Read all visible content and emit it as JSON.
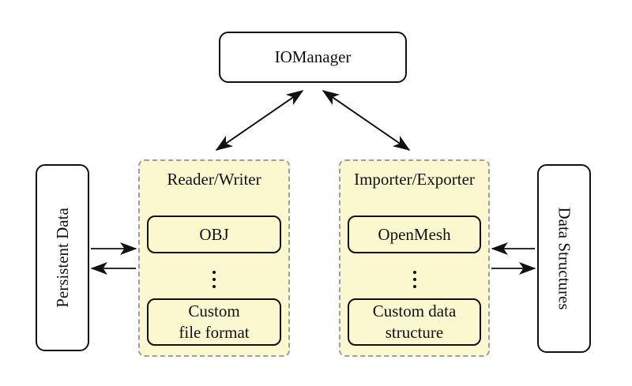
{
  "nodes": {
    "iomanager": {
      "label": "IOManager"
    },
    "persistent_data": {
      "label": "Persistent Data"
    },
    "data_structures": {
      "label": "Data Structures"
    }
  },
  "groups": [
    {
      "title": "Reader/Writer",
      "items": [
        {
          "label": "OBJ"
        },
        {
          "label": "Custom\nfile format"
        }
      ]
    },
    {
      "title": "Importer/Exporter",
      "items": [
        {
          "label": "OpenMesh"
        },
        {
          "label": "Custom data\nstructure"
        }
      ]
    }
  ],
  "icons": {
    "vertical_ellipsis": "⋮"
  },
  "connections": [
    {
      "from": "IOManager",
      "to": "Reader/Writer",
      "bidirectional": true
    },
    {
      "from": "IOManager",
      "to": "Importer/Exporter",
      "bidirectional": true
    },
    {
      "from": "Persistent Data",
      "to": "Reader/Writer",
      "bidirectional": false
    },
    {
      "from": "Reader/Writer",
      "to": "Persistent Data",
      "bidirectional": false
    },
    {
      "from": "Data Structures",
      "to": "Importer/Exporter",
      "bidirectional": false
    },
    {
      "from": "Importer/Exporter",
      "to": "Data Structures",
      "bidirectional": false
    }
  ],
  "colors": {
    "background": "#ffffff",
    "group_fill": "#fbf8cf",
    "group_border": "#9e9e9e",
    "node_border": "#111111",
    "arrow": "#111111"
  }
}
